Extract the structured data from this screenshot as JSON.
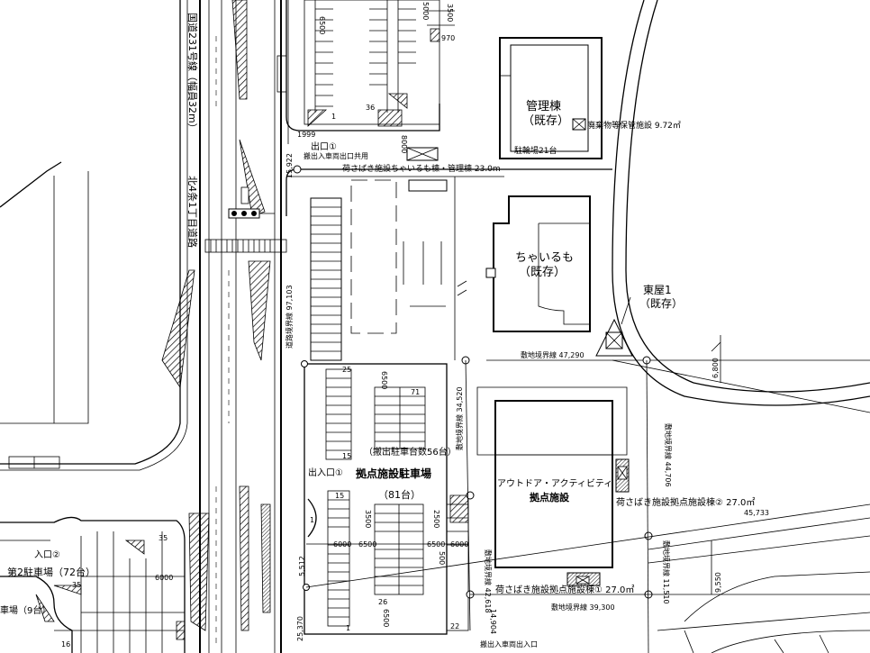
{
  "road": {
    "label": "国道231号線（幅員32m）",
    "intersection": "北4条1丁目道路"
  },
  "exit_label": "出口①",
  "exit_note": "搬出入車両出口共用",
  "boundary_a": "荷さばき施設ちゃいるも棟・管理棟 23.0m",
  "boundary_v": "15,922",
  "road_boundary": "道路境界線 97,103",
  "site_boundary_top": "敷地境界線 47,290",
  "site_boundary_mid": "敷地境界線 34,520",
  "site_boundary_right": "敷地境界線 44,706",
  "site_boundary_lower": "敷地境界線 42,618",
  "site_boundary_bottom": "敷地境界線 39,300",
  "site_boundary_right2": "敷地境界線 11,510",
  "dim_left_a": "5,512",
  "dim_left_b": "25,370",
  "dim_bottom": "14,904",
  "dim_right": "45,733",
  "dim_6800": "6,800",
  "dim_9550": "9,550",
  "buildings": {
    "kanri": "管理棟",
    "kanri_sub": "（既存）",
    "chairumo": "ちゃいるも",
    "chairumo_sub": "（既存）",
    "azumaya": "東屋1",
    "azumaya_sub": "（既存）",
    "outdoor": "アウトドア・アクティビティ",
    "outdoor_sub": "拠点施設"
  },
  "bicycle": "駐輪場21台",
  "waste": "廃棄物等保管施設 9.72㎡",
  "parking": {
    "main": "拠点施設駐車場",
    "main_count": "（81台）",
    "delivery": "（搬出駐車台数56台）",
    "entrance1": "出入口①",
    "entrance2": "入口②",
    "second_lot": "第2駐車場（72台）",
    "third_lot": "車場（9台）",
    "bottom_entrance": "搬出入車両出入口"
  },
  "loading": {
    "l1": "荷さばき施設拠点施設棟① 27.0㎡",
    "l2": "荷さばき施設拠点施設棟② 27.0㎡"
  },
  "dims": {
    "d6500": "6500",
    "d6000": "6000",
    "d2500": "2500",
    "d3500": "3500",
    "d970": "970",
    "d8000": "8000",
    "d5000": "5000",
    "d500": "500",
    "d1999": "1999"
  },
  "stall_numbers": {
    "n1": "1",
    "n15": "15",
    "n22": "22",
    "n25": "25",
    "n26": "26",
    "n35": "35",
    "n36": "36",
    "n71": "71",
    "n16": "16"
  }
}
